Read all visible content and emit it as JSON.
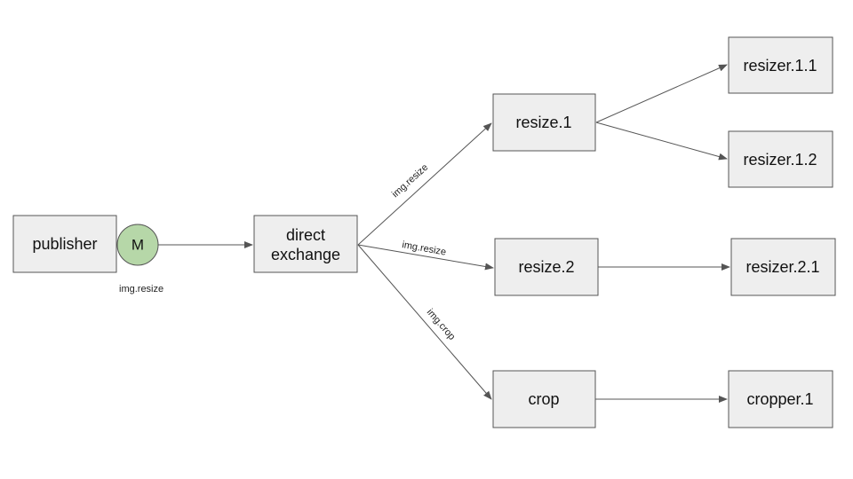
{
  "nodes": {
    "publisher": "publisher",
    "exchange_line1": "direct",
    "exchange_line2": "exchange",
    "resize1": "resize.1",
    "resize2": "resize.2",
    "crop": "crop",
    "resizer11": "resizer.1.1",
    "resizer12": "resizer.1.2",
    "resizer21": "resizer.2.1",
    "cropper1": "cropper.1"
  },
  "message": {
    "label": "M",
    "routing_key": "img.resize"
  },
  "bindings": {
    "to_resize1": "img.resize",
    "to_resize2": "img.resize",
    "to_crop": "img.crop"
  },
  "colors": {
    "node_fill": "#eeeeee",
    "node_border": "#555555",
    "message_fill": "#b6d7a8"
  }
}
